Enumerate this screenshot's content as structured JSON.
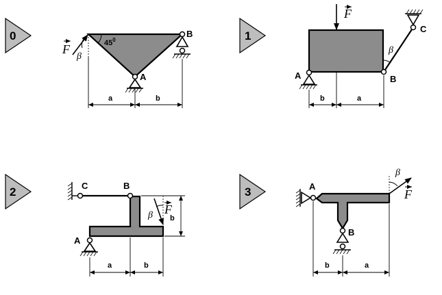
{
  "panels": [
    {
      "badge": "0",
      "labels": {
        "A": "A",
        "B": "B"
      },
      "angle": "45",
      "deg": "0",
      "beta": "β",
      "force": "F",
      "dims": {
        "a": "a",
        "b": "b"
      }
    },
    {
      "badge": "1",
      "labels": {
        "A": "A",
        "B": "B",
        "C": "C"
      },
      "beta": "β",
      "force": "F",
      "dims": {
        "a": "a",
        "b": "b"
      }
    },
    {
      "badge": "2",
      "labels": {
        "A": "A",
        "B": "B",
        "C": "C"
      },
      "beta": "β",
      "force": "F",
      "dims": {
        "a": "a",
        "b": "b",
        "bv": "b"
      }
    },
    {
      "badge": "3",
      "labels": {
        "A": "A",
        "B": "B"
      },
      "beta": "β",
      "force": "F",
      "dims": {
        "a": "a",
        "b": "b"
      }
    }
  ],
  "colors": {
    "fill": "#8c8c8c",
    "badge": "#bdbdbd"
  }
}
